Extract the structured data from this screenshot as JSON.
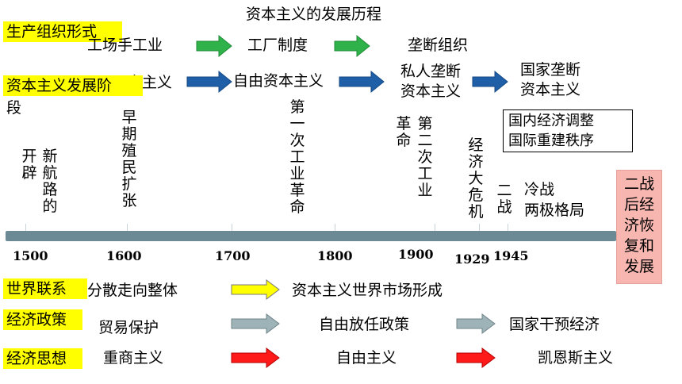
{
  "title": "资本主义的发展历程",
  "colors": {
    "green": "#2fb24a",
    "blue": "#1f5fa8",
    "yellow": "#ffff00",
    "gray": "#9eb3b8",
    "red": "#ff1a1a",
    "timeline": "#6b8a96",
    "pink": "#f7b7b0"
  },
  "rows": {
    "production": {
      "label": "生产组织形式",
      "items": [
        "工场手工业",
        "工厂制度",
        "垄断组织"
      ]
    },
    "stages": {
      "label": "资本主义发展阶",
      "label_cont": "段",
      "items": [
        "自由资本主义",
        "私人垄断\n资本主义",
        "国家垄断\n资本主义"
      ],
      "hidden_partial": "本主义"
    },
    "world": {
      "label": "世界联系",
      "items": [
        "分散走向整体",
        "资本主义世界市场形成"
      ]
    },
    "policy": {
      "label": "经济政策",
      "items": [
        "贸易保护",
        "自由放任政策",
        "国家干预经济"
      ]
    },
    "thought": {
      "label": "经济思想",
      "items": [
        "重商主义",
        "自由主义",
        "凯恩斯主义"
      ]
    }
  },
  "events": {
    "e1": "开辟",
    "e2": "新航路的",
    "e3": "早期殖民扩张",
    "e4": "第一次工业革命",
    "e5": "革命",
    "e6": "第二次工业",
    "e7": "经济大危机",
    "e8": "二战",
    "e9": "冷战\n两极格局",
    "box": "国内经济调整\n国际重建秩序",
    "pink": "二战\n后经\n济恢\n复和\n发展"
  },
  "years": [
    "1500",
    "1600",
    "1700",
    "1800",
    "1900",
    "1929",
    "1945"
  ]
}
